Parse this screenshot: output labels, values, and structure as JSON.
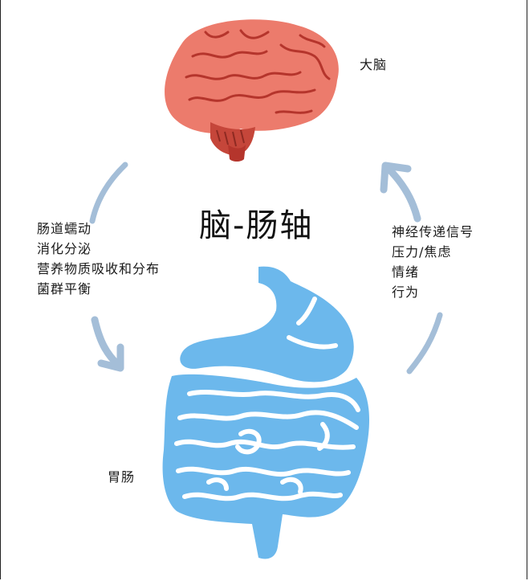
{
  "title": "脑-肠轴",
  "brain_label": "大脑",
  "gut_label": "胃肠",
  "left_items": [
    "肠道蠕动",
    "消化分泌",
    "营养物质吸收和分布",
    "菌群平衡"
  ],
  "right_items": [
    "神经传递信号",
    "压力/焦虑",
    "情绪",
    "行为"
  ],
  "colors": {
    "brain": "#ec7b6c",
    "brain_dark": "#b5352c",
    "gut": "#6cb8ec",
    "arrow": "#a4bed8"
  },
  "icons": [
    "brain-icon",
    "gut-icon",
    "curved-arrow-down-left",
    "curved-arrow-up-right"
  ]
}
